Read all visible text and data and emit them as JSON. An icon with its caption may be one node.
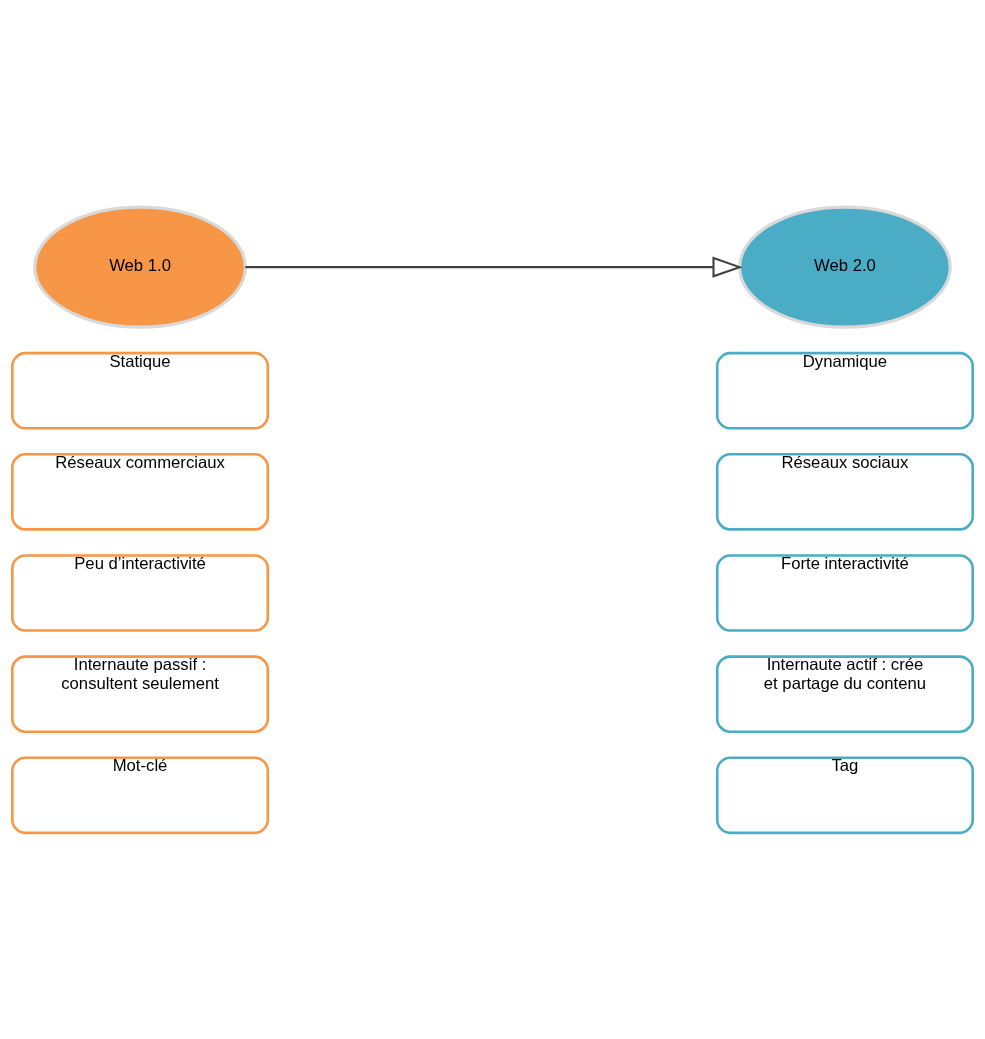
{
  "diagram": {
    "nodes": [
      {
        "text": [
          "Web 1.0"
        ]
      },
      {
        "text": [
          "Web 2.0"
        ]
      },
      {
        "text": [
          "Statique"
        ]
      },
      {
        "text": [
          "Dynamique"
        ]
      },
      {
        "text": [
          "Réseaux commerciaux"
        ]
      },
      {
        "text": [
          "Réseaux sociaux"
        ]
      },
      {
        "text": [
          "Peu d’interactivité"
        ]
      },
      {
        "text": [
          "Forte interactivité"
        ]
      },
      {
        "text": [
          "Internaute passif : consultent seulement"
        ]
      },
      {
        "text": [
          "Internaute actif : crée et partage du contenu"
        ]
      },
      {
        "text": [
          "Mot-clé"
        ]
      },
      {
        "text": [
          "Tag"
        ]
      }
    ],
    "edges": [
      {
        "from": 0,
        "to": 1,
        "arrow": "to"
      }
    ]
  }
}
